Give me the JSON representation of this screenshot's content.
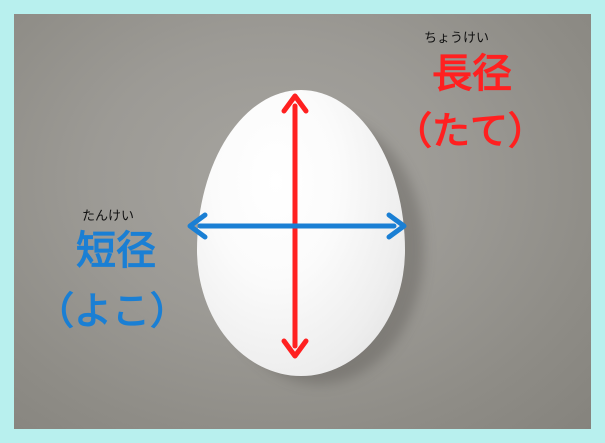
{
  "long_axis": {
    "ruby": "ちょうけい",
    "label": "長径",
    "sub": "（たて）",
    "color": "#ff2020"
  },
  "short_axis": {
    "ruby": "たんけい",
    "label": "短径",
    "sub": "（よこ）",
    "color": "#1a7fd4"
  },
  "colors": {
    "border": "#b8f0ee",
    "background": "#9c9a95",
    "egg": "#f7f7f7"
  }
}
